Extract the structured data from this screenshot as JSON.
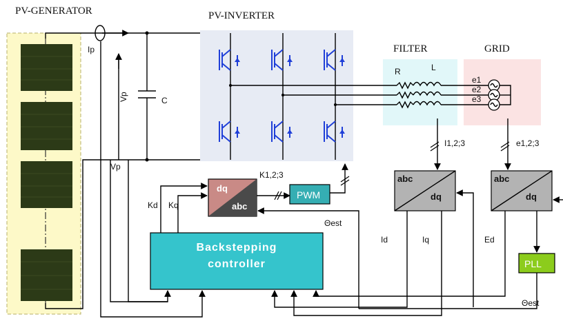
{
  "labels": {
    "pv_generator": "PV-GENERATOR",
    "pv_inverter": "PV-INVERTER",
    "filter": "FILTER",
    "grid": "GRID",
    "ip": "Ip",
    "vp_vertical": "Vp",
    "vp": "Vp",
    "capacitor": "C",
    "r": "R",
    "l": "L",
    "e1": "e1",
    "e2": "e2",
    "e3": "e3",
    "i123": "I1,2;3",
    "e123": "e1,2;3",
    "k123": "K1,2;3",
    "pwm": "PWM",
    "dq_top": "dq",
    "abc_bottom": "abc",
    "abc_1": "abc",
    "dq_1": "dq",
    "abc_2": "abc",
    "dq_2": "dq",
    "kd": "Kd",
    "kq": "Kq",
    "theta_est_top": "Θest",
    "id": "Id",
    "iq": "Iq",
    "ed": "Ed",
    "pll": "PLL",
    "theta_est_bottom": "Θest",
    "controller_line1": "Backstepping",
    "controller_line2": "controller"
  },
  "colors": {
    "pv_background": "#fdf9c8",
    "pv_panel": "#2c3a17",
    "inverter_background": "#e7ebf4",
    "igbt": "#1f3fd8",
    "filter_background": "#e1f7f9",
    "grid_background": "#fbe3e3",
    "controller": "#35c4cc",
    "pwm": "#35aeb3",
    "pll": "#8ccc1c",
    "dq_abc_top": "#c98a86",
    "dq_abc_bottom": "#4a4a4a",
    "transform_block": "#b3b3b3"
  }
}
